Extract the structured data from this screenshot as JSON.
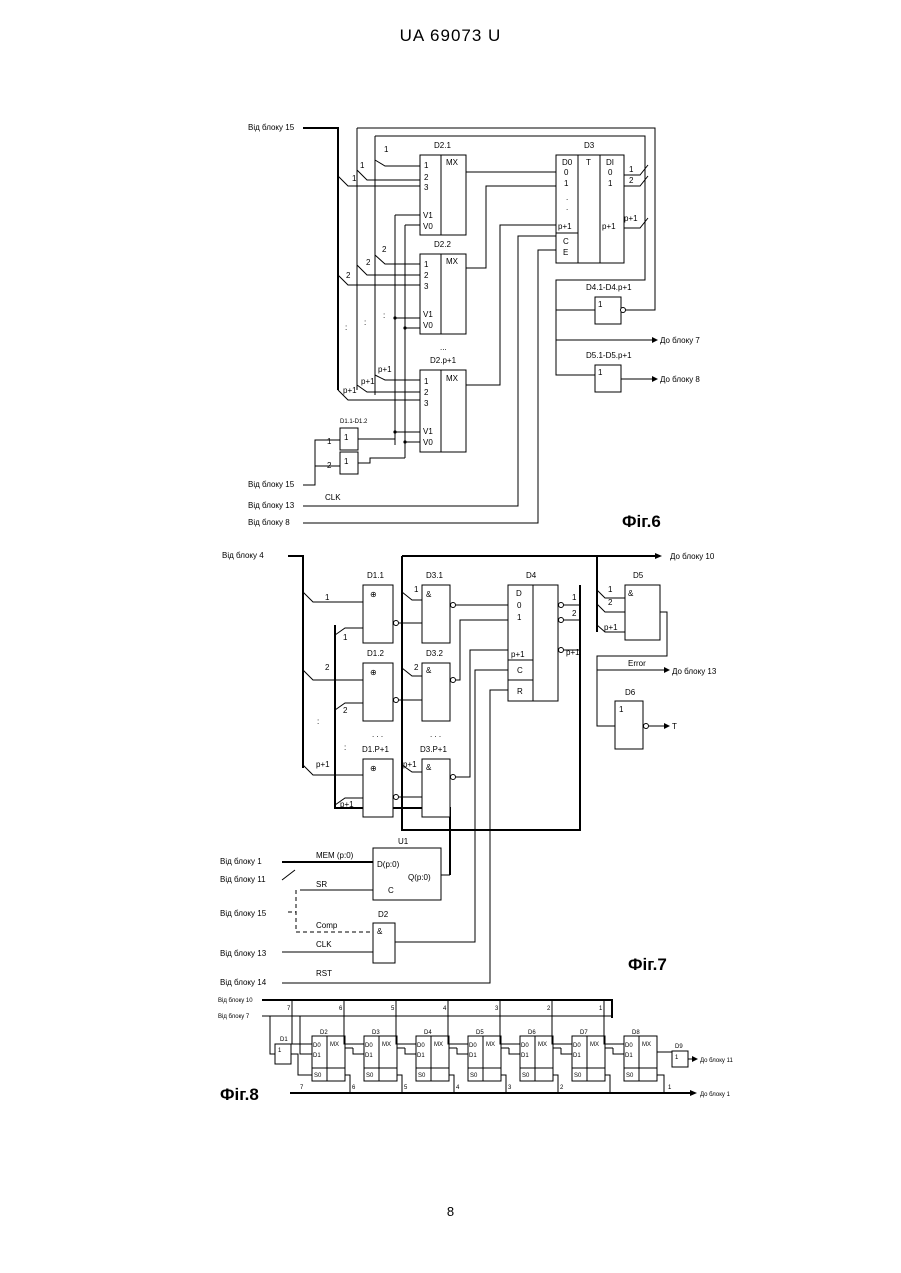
{
  "header": {
    "doc_number": "UA   69073   U"
  },
  "page_number": "8",
  "fig6": {
    "caption": "Фіг.6",
    "inputs": {
      "from15_top": "Від блоку 15",
      "from15_bottom": "Від блоку 15",
      "from13": "Від блоку 13",
      "from8": "Від блоку 8",
      "clk": "CLK"
    },
    "mux1": {
      "name": "D2.1",
      "fn": "MX",
      "in1": "1",
      "in2": "2",
      "in3": "3",
      "v1": "V1",
      "v0": "V0"
    },
    "mux2": {
      "name": "D2.2",
      "fn": "MX",
      "in1": "1",
      "in2": "2",
      "in3": "3",
      "v1": "V1",
      "v0": "V0"
    },
    "muxp": {
      "name": "D2.p+1",
      "fn": "MX",
      "in1": "1",
      "in2": "2",
      "in3": "3",
      "v1": "V1",
      "v0": "V0"
    },
    "reg": {
      "name": "D3",
      "fn": "T",
      "d0": "D0",
      "zero": "0",
      "one": "1",
      "dot": ".",
      "pp1": "p+1",
      "c": "C",
      "e": "E",
      "di": "DI",
      "zero_r": "0",
      "one_r": "1",
      "pp1_r": "p+1"
    },
    "not_gate": {
      "name": "D4.1-D4.p+1",
      "fn": "1",
      "out": "До блоку 7"
    },
    "buf_gate": {
      "name": "D5.1-D5.p+1",
      "fn": "1",
      "out": "До блоку 8"
    },
    "d1": {
      "name": "D1.1-D1.2",
      "fn": "1"
    },
    "labels": {
      "one": "1",
      "two": "2",
      "pp1": "p+1",
      "dots": "...",
      "vdots": ":"
    }
  },
  "fig7": {
    "caption": "Фіг.7",
    "inputs": {
      "from4": "Від блоку 4",
      "from1": "Від блоку 1",
      "from11": "Від блоку 11",
      "from15": "Від блоку 15",
      "from13": "Від блоку 13",
      "from14": "Від блоку 14"
    },
    "signals": {
      "mem": "MEM (p:0)",
      "sr": "SR",
      "comp": "Comp",
      "clk": "CLK",
      "rst": "RST",
      "error": "Error",
      "t": "T"
    },
    "outputs": {
      "to10": "До блоку 10",
      "to13": "До блоку 13"
    },
    "xor1": {
      "name": "D1.1",
      "fn": "⊕"
    },
    "xor2": {
      "name": "D1.2",
      "fn": "⊕"
    },
    "xorp": {
      "name": "D1.P+1",
      "fn": "⊕"
    },
    "and1": {
      "name": "D3.1",
      "fn": "&"
    },
    "and2": {
      "name": "D3.2",
      "fn": "&"
    },
    "andp": {
      "name": "D3.P+1",
      "fn": "&"
    },
    "d4": {
      "name": "D4",
      "d": "D",
      "zero": "0",
      "one": "1",
      "pp1": "p+1",
      "c": "C",
      "r": "R"
    },
    "d5": {
      "name": "D5",
      "fn": "&",
      "in1": "1",
      "in2": "2",
      "inp": "p+1"
    },
    "d6": {
      "name": "D6",
      "fn": "1"
    },
    "u1": {
      "name": "U1",
      "d": "D(p:0)",
      "q": "Q(p:0)",
      "c": "C"
    },
    "d2": {
      "name": "D2",
      "fn": "&"
    },
    "labels": {
      "one": "1",
      "two": "2",
      "pp1": "p+1",
      "dots": ". . .",
      "vdots": ":"
    }
  },
  "fig8": {
    "caption": "Фіг.8",
    "inputs": {
      "from10": "Від блоку 10",
      "from7": "Від блоку 7"
    },
    "outputs": {
      "to11": "До блоку 11",
      "to1": "До блоку 1"
    },
    "d1": {
      "name": "D1",
      "fn": "1"
    },
    "d9": {
      "name": "D9",
      "fn": "1"
    },
    "mux_labels": {
      "d0": "D0",
      "d1": "D1",
      "s0": "S0",
      "mx": "MX"
    },
    "muxes": [
      {
        "name": "D2",
        "top": "7",
        "bottom": "7"
      },
      {
        "name": "D3",
        "top": "6",
        "bottom": "6"
      },
      {
        "name": "D4",
        "top": "5",
        "bottom": "5"
      },
      {
        "name": "D5",
        "top": "4",
        "bottom": "4"
      },
      {
        "name": "D6",
        "top": "3",
        "bottom": "3"
      },
      {
        "name": "D7",
        "top": "2",
        "bottom": "2"
      },
      {
        "name": "D8",
        "top": "1",
        "bottom": "1"
      }
    ]
  }
}
